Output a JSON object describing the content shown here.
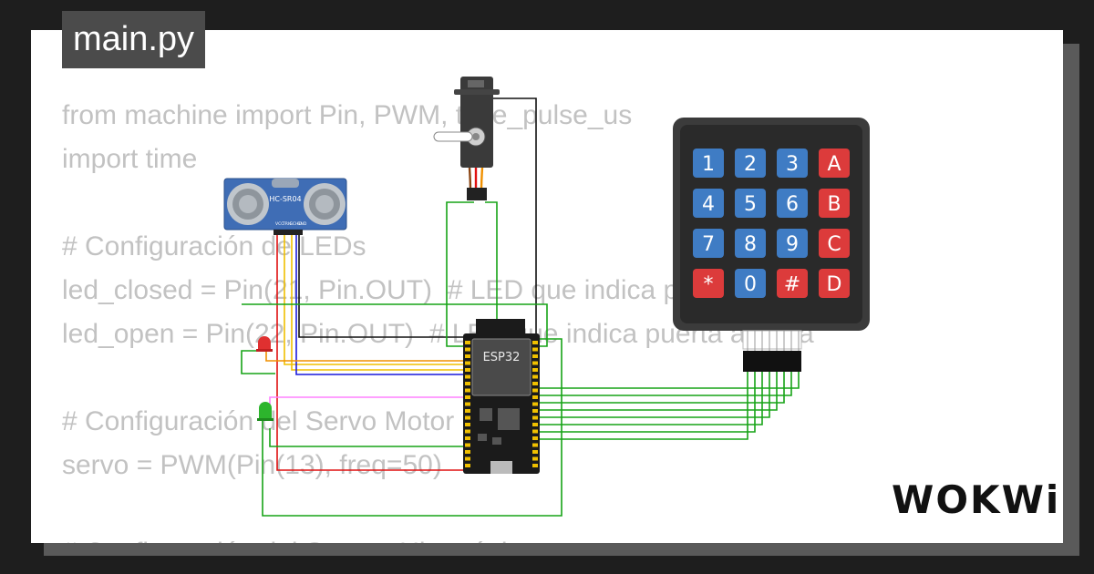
{
  "tab": {
    "title": "main.py"
  },
  "code_lines": [
    "from machine import Pin, PWM, time_pulse_us",
    "import time",
    "",
    "# Configuración de LEDs",
    "led_closed = Pin(21, Pin.OUT)  # LED que indica puerta cerrada",
    "led_open = Pin(22, Pin.OUT)  # LED que indica puerta abierta",
    "",
    "# Configuración del Servo Motor",
    "servo = PWM(Pin(13), freq=50)",
    "",
    "# Configuración del Sensor Ultrasónico"
  ],
  "components": {
    "sensor_label": "HC-SR04",
    "sensor_pins": [
      "VCC",
      "TRIG",
      "ECHO",
      "GND"
    ],
    "mcu_label": "ESP32",
    "keypad_keys": [
      [
        "1",
        "2",
        "3",
        "A"
      ],
      [
        "4",
        "5",
        "6",
        "B"
      ],
      [
        "7",
        "8",
        "9",
        "C"
      ],
      [
        "*",
        "0",
        "#",
        "D"
      ]
    ]
  },
  "colors": {
    "key_blue": "#3f7cc4",
    "key_red": "#dc3b3b",
    "wire_green": "#17a317",
    "wire_red": "#e01010",
    "wire_yellow": "#f0c000",
    "wire_orange": "#f09000",
    "wire_blue": "#1a1adc",
    "wire_pink": "#ff80ff",
    "wire_black": "#111111"
  },
  "brand": {
    "logo_text": "WOKWi"
  }
}
